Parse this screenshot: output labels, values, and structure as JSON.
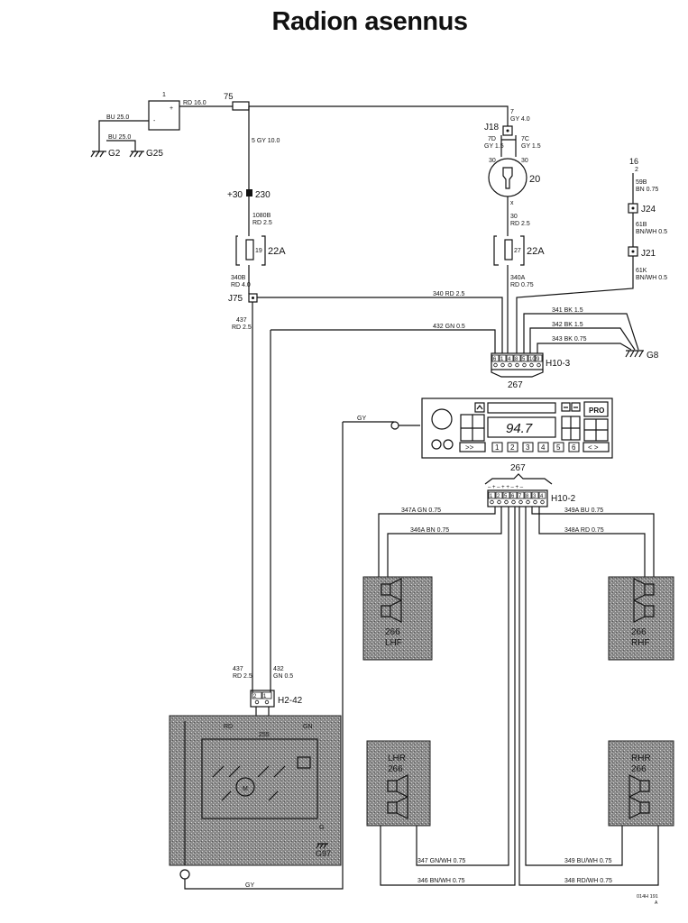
{
  "title": "Radion asennus",
  "battery": {
    "num": "1",
    "plus": "+",
    "minus": "-"
  },
  "fuse75": "75",
  "wires": {
    "rd16": "RD 16.0",
    "bu25a": "BU 25.0",
    "bu25b": "BU 25.0",
    "gy10": "5 GY 10.0",
    "w1080b": "1080B",
    "rd25a": "RD 2.5",
    "w340b": "340B",
    "rd40": "RD 4.0",
    "w437": "437",
    "rd25b": "RD 2.5",
    "w340": "340 RD 2.5",
    "w432": "432 GN 0.5",
    "w7": "7",
    "gy40": "GY 4.0",
    "w7d": "7D",
    "gy15a": "GY 1.5",
    "w7c": "7C",
    "gy15b": "GY 1.5",
    "w30a": "30",
    "w30b": "30",
    "x": "x",
    "w30c": "30",
    "rd25c": "RD 2.5",
    "w340a": "340A",
    "rd075": "RD 0.75",
    "w341": "341 BK 1.5",
    "w342": "342 BK 1.5",
    "w343": "343 BK 0.75",
    "w16": "16",
    "w2": "2",
    "w59b": "59B",
    "bn075": "BN 0.75",
    "w61b": "61B",
    "bnwh05a": "BN/WH 0.5",
    "w61k": "61K",
    "bnwh05b": "BN/WH 0.5",
    "gy": "GY",
    "gy2": "GY",
    "w347a": "347A GN 0.75",
    "w346a": "346A BN 0.75",
    "w349a": "349A BU 0.75",
    "w348a": "348A RD 0.75",
    "w437b": "437",
    "rd25d": "RD 2.5",
    "w432b": "432",
    "gn05": "GN 0.5",
    "w347": "347 GN/WH 0.75",
    "w346": "346 BN/WH 0.75",
    "w349": "349 BU/WH 0.75",
    "w348": "348 RD/WH 0.75"
  },
  "connectors": {
    "g2": "G2",
    "g25": "G25",
    "c30": "+30",
    "c230": "230",
    "j75": "J75",
    "j18": "J18",
    "c20": "20",
    "c22a_l": "22A",
    "c22a_r": "22A",
    "pin19": "19",
    "pin27": "27",
    "j24": "J24",
    "j21": "J21",
    "g8": "G8",
    "h103": "H10-3",
    "c267a": "267",
    "h102": "H10-2",
    "c267b": "267",
    "h242": "H2-42",
    "h103_pins": [
      "6",
      "1",
      "4",
      "8",
      "5",
      "10",
      "9"
    ],
    "h102_pins": [
      "1",
      "2",
      "5",
      "6",
      "7",
      "8",
      "3",
      "4"
    ],
    "h242_pins": [
      "2",
      "1"
    ],
    "h102_sign": "– + – + + – + –"
  },
  "radio": {
    "display": "94.7",
    "pro": "PRO",
    "ff": ">>",
    "presets": [
      "1",
      "2",
      "3",
      "4",
      "5",
      "6"
    ],
    "arrows": "< >"
  },
  "speakers": {
    "lhf_num": "266",
    "lhf": "LHF",
    "rhf_num": "266",
    "rhf": "RHF",
    "lhr_num": "266",
    "lhr": "LHR",
    "rhr_num": "266",
    "rhr": "RHR"
  },
  "antenna": {
    "num": "255",
    "rd": "RD",
    "gn": "GN",
    "m": "M",
    "g": "G",
    "s97": "G97"
  },
  "code": "014H 191",
  "code_sub": "A"
}
